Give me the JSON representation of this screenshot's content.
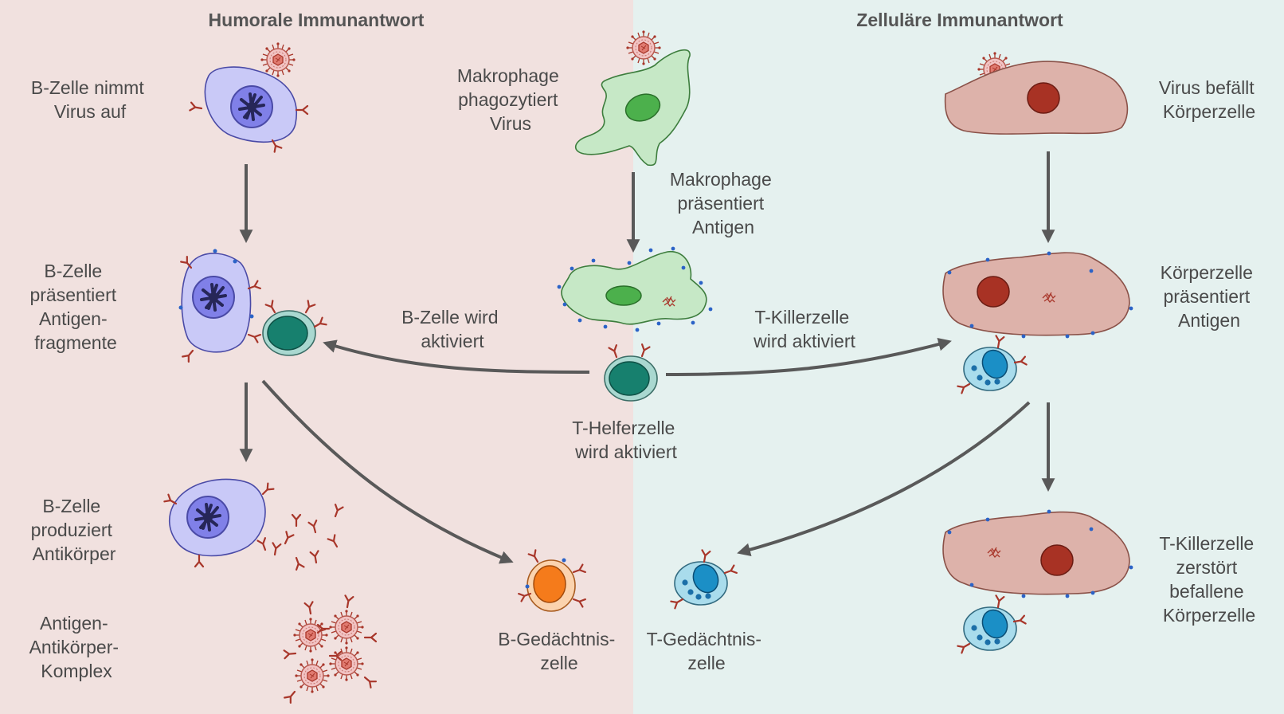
{
  "panels": {
    "humoral": {
      "title": "Humorale Immunantwort",
      "color": "#f1e1df"
    },
    "cellular": {
      "title": "Zelluläre Immunantwort",
      "color": "#e5f1ef"
    }
  },
  "labels": {
    "b_uptake": [
      "B-Zelle nimmt",
      "Virus auf"
    ],
    "b_present": [
      "B-Zelle",
      "präsentiert",
      "Antigen-",
      "fragmente"
    ],
    "b_produce": [
      "B-Zelle",
      "produziert",
      "Antikörper"
    ],
    "complex": [
      "Antigen-",
      "Antikörper-",
      "Komplex"
    ],
    "macro_phago": [
      "Makrophage",
      "phagozytiert",
      "Virus"
    ],
    "macro_present": [
      "Makrophage",
      "präsentiert",
      "Antigen"
    ],
    "b_activated": [
      "B-Zelle wird",
      "aktiviert"
    ],
    "th_activated": [
      "T-Helferzelle",
      "wird aktiviert"
    ],
    "b_memory": [
      "B-Gedächtnis-",
      "zelle"
    ],
    "t_memory": [
      "T-Gedächtnis-",
      "zelle"
    ],
    "tk_activated": [
      "T-Killerzelle",
      "wird aktiviert"
    ],
    "virus_infects": [
      "Virus befällt",
      "Körperzelle"
    ],
    "body_present": [
      "Körperzelle",
      "präsentiert",
      "Antigen"
    ],
    "tk_destroys": [
      "T-Killerzelle",
      "zerstört",
      "befallene",
      "Körperzelle"
    ]
  },
  "colors": {
    "b_cell": "#c9c9f7",
    "b_nucleus": "#8080e8",
    "macrophage": "#c6e8c6",
    "macro_nucleus": "#4cb04c",
    "body_cell": "#ddb2aa",
    "body_nucleus": "#a83224",
    "t_helper": "#a9d8d0",
    "t_helper_nucleus": "#17806e",
    "t_killer": "#a9dcec",
    "t_killer_nucleus": "#1b8fc6",
    "b_memory": "#fbd3ae",
    "b_memory_nucleus": "#f57b1b",
    "antibody": "#a8362a",
    "receptor_dot": "#2b63c7",
    "virus": "#f2c3c3"
  },
  "icons": {
    "cell": "cell-icon",
    "virus": "virus-icon",
    "antibody": "antibody-icon",
    "antigen_fragment": "antigen-fragment-icon"
  }
}
